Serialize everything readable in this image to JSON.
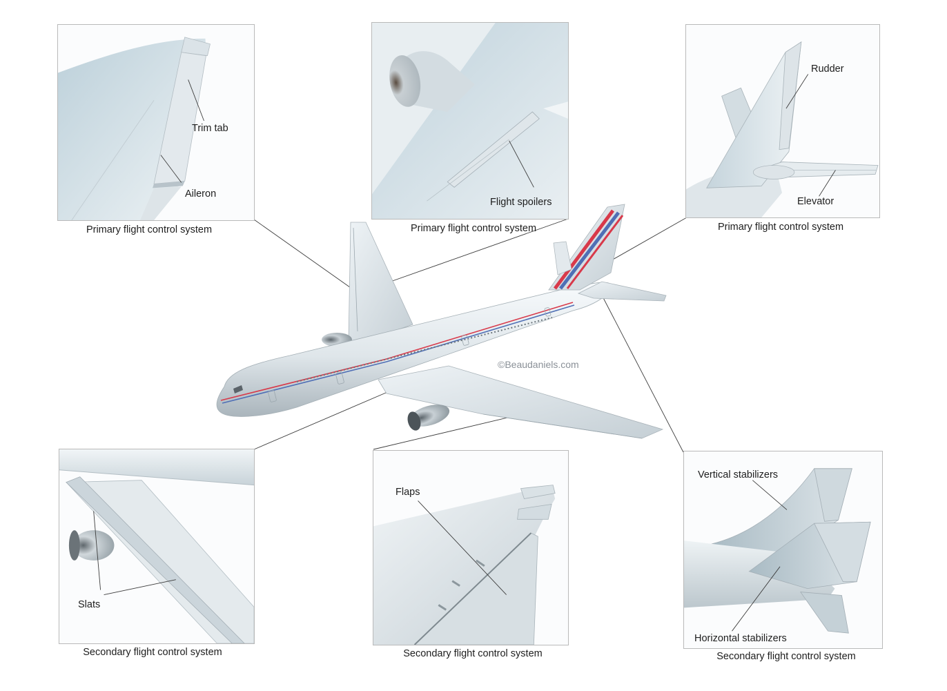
{
  "panels": {
    "aileron": {
      "labels": [
        "Trim tab",
        "Aileron"
      ],
      "caption": "Primary flight control system"
    },
    "spoilers": {
      "labels": [
        "Flight spoilers"
      ],
      "caption": "Primary flight control system"
    },
    "tail_primary": {
      "labels": [
        "Rudder",
        "Elevator"
      ],
      "caption": "Primary flight control system"
    },
    "slats": {
      "labels": [
        "Slats"
      ],
      "caption": "Secondary flight control system"
    },
    "flaps": {
      "labels": [
        "Flaps"
      ],
      "caption": "Secondary flight control system"
    },
    "stabilizers": {
      "labels": [
        "Vertical stabilizers",
        "Horizontal stabilizers"
      ],
      "caption": "Secondary flight control system"
    }
  },
  "credit": "©Beaudaniels.com",
  "colors": {
    "metal_light": "#eef3f6",
    "metal_mid": "#c9d3d9",
    "metal_dark": "#9aa7af",
    "stripe_red": "#d8394a",
    "stripe_blue": "#4f6fb5",
    "leader_line": "#3c3c3c"
  }
}
